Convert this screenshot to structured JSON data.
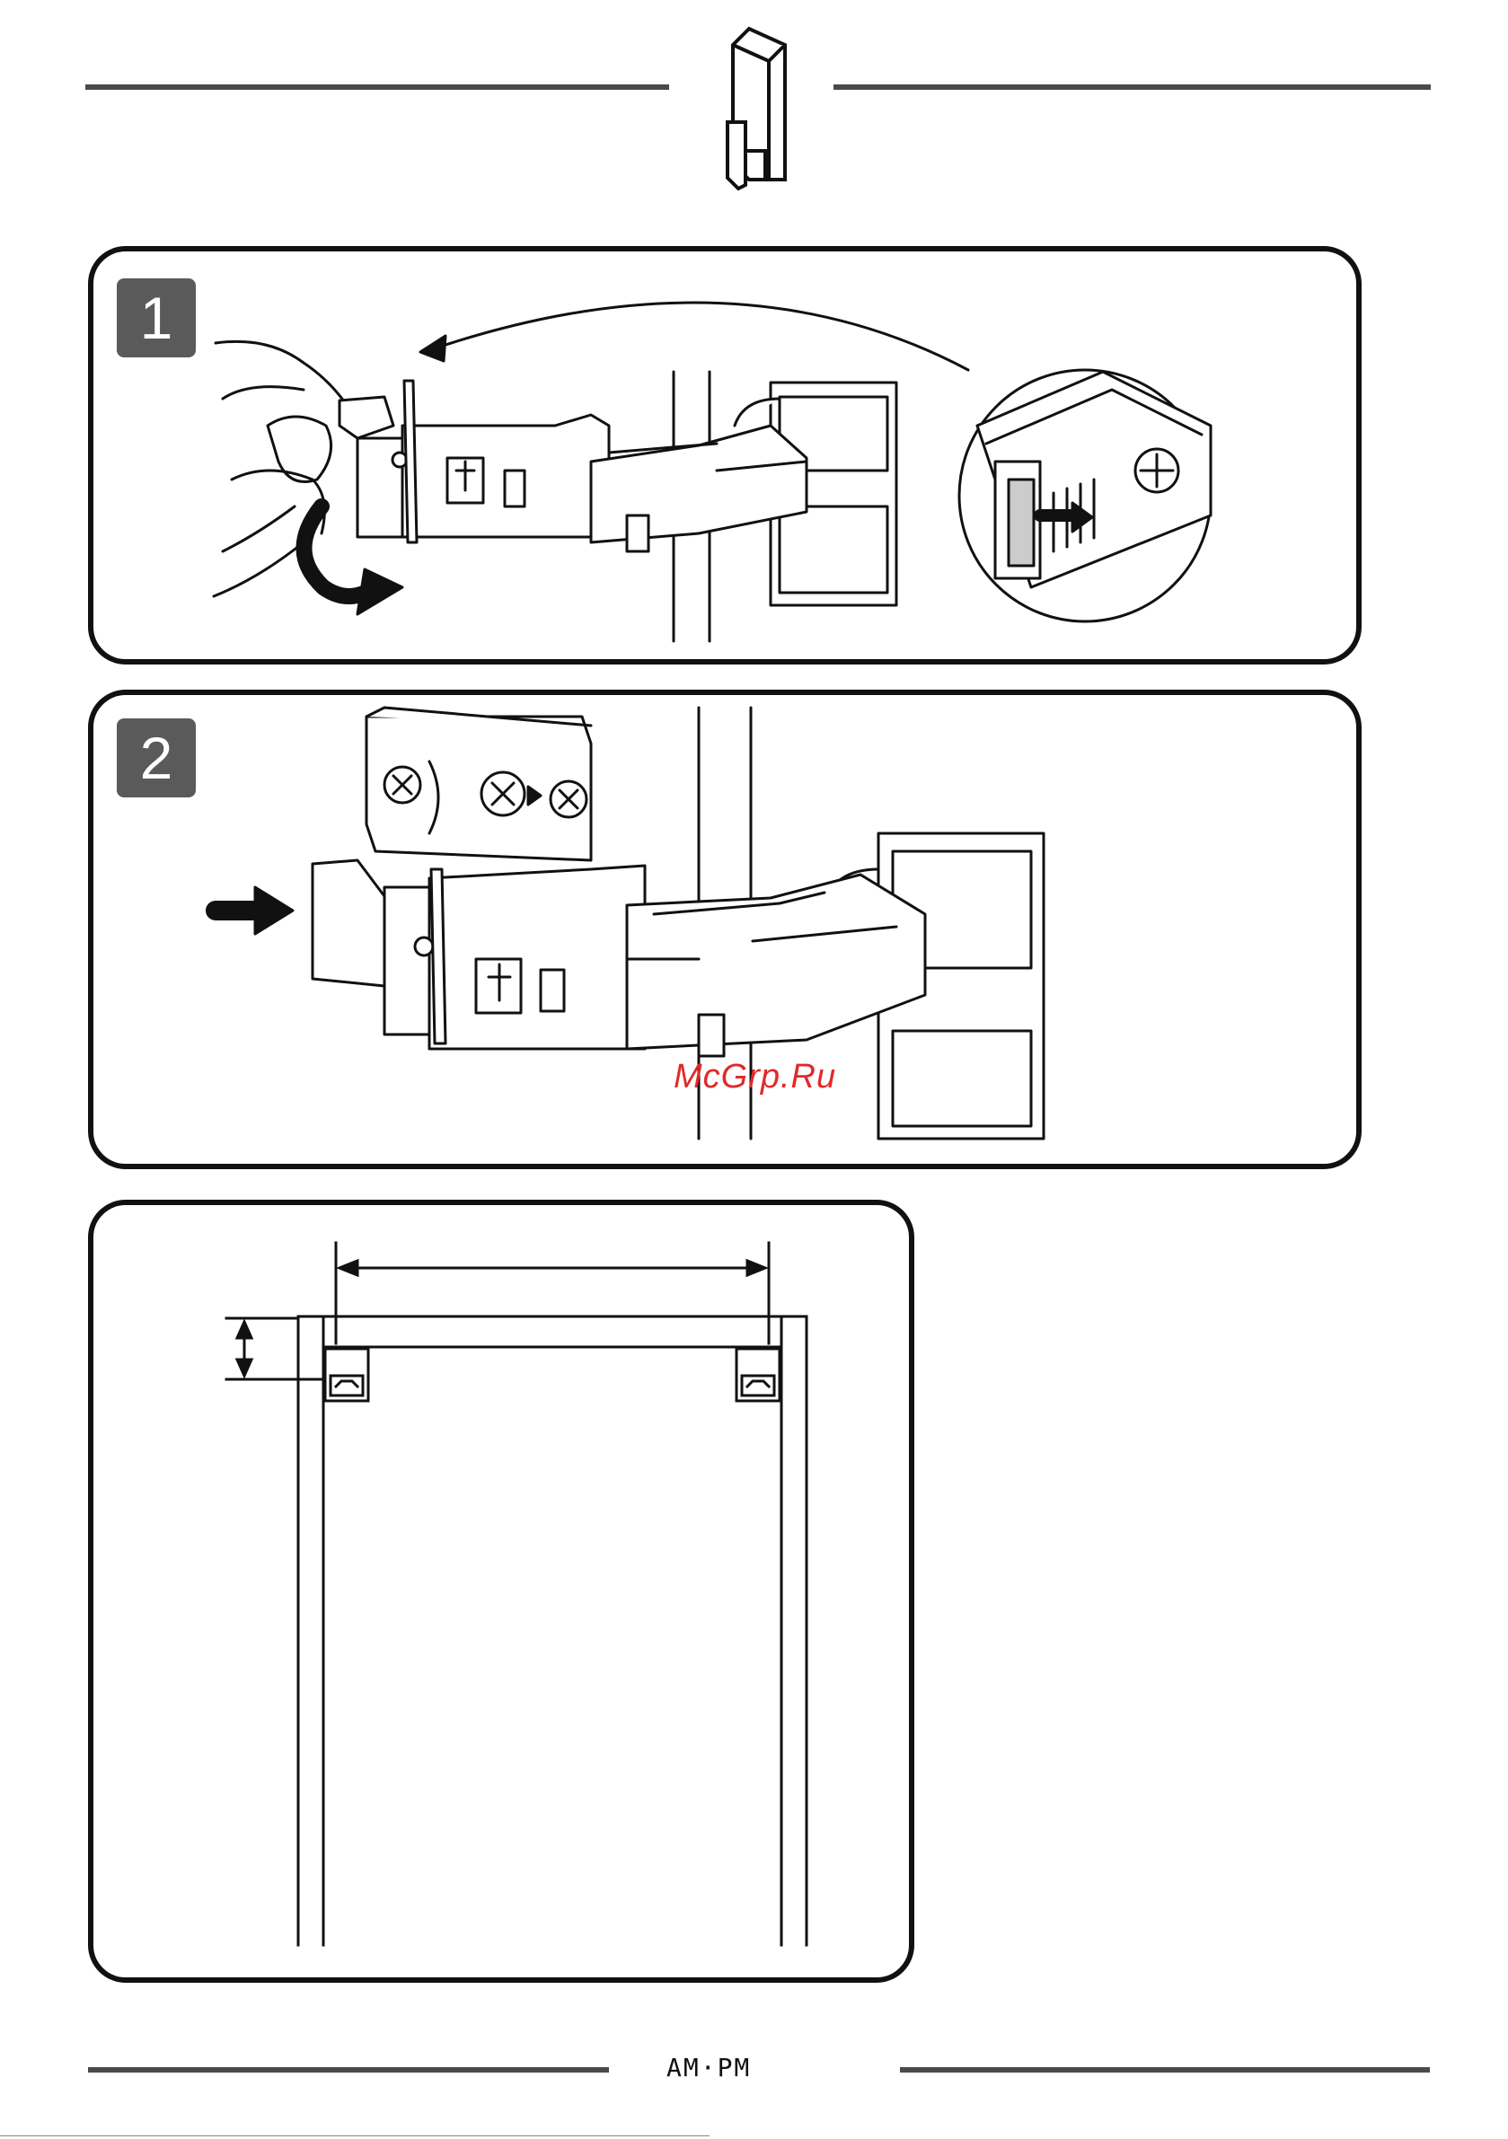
{
  "steps": [
    {
      "number": "1"
    },
    {
      "number": "2"
    }
  ],
  "watermark": "McGrp.Ru",
  "footer": {
    "logo": "AM·PM"
  },
  "colors": {
    "line": "#111111",
    "rule": "#4a4a4a",
    "badge": "#5a5a5a",
    "watermark": "#e02a2a"
  },
  "icons": [
    "hinge-icon",
    "hand-icon",
    "arrow-icon",
    "screw-icon"
  ]
}
